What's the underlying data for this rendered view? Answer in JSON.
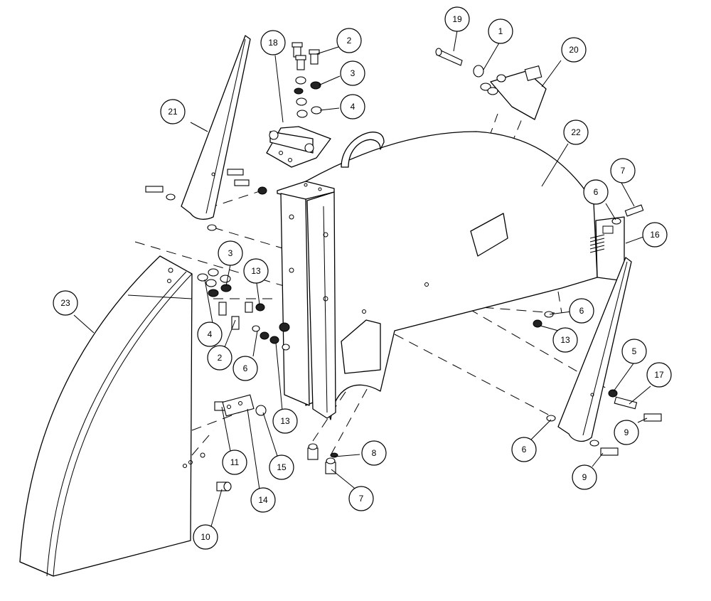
{
  "callouts": [
    {
      "label": "1"
    },
    {
      "label": "2"
    },
    {
      "label": "2"
    },
    {
      "label": "3"
    },
    {
      "label": "3"
    },
    {
      "label": "4"
    },
    {
      "label": "4"
    },
    {
      "label": "5"
    },
    {
      "label": "6"
    },
    {
      "label": "6"
    },
    {
      "label": "6"
    },
    {
      "label": "6"
    },
    {
      "label": "7"
    },
    {
      "label": "7"
    },
    {
      "label": "8"
    },
    {
      "label": "9"
    },
    {
      "label": "9"
    },
    {
      "label": "10"
    },
    {
      "label": "11"
    },
    {
      "label": "13"
    },
    {
      "label": "13"
    },
    {
      "label": "13"
    },
    {
      "label": "14"
    },
    {
      "label": "15"
    },
    {
      "label": "16"
    },
    {
      "label": "17"
    },
    {
      "label": "18"
    },
    {
      "label": "19"
    },
    {
      "label": "20"
    },
    {
      "label": "21"
    },
    {
      "label": "22"
    },
    {
      "label": "23"
    }
  ]
}
